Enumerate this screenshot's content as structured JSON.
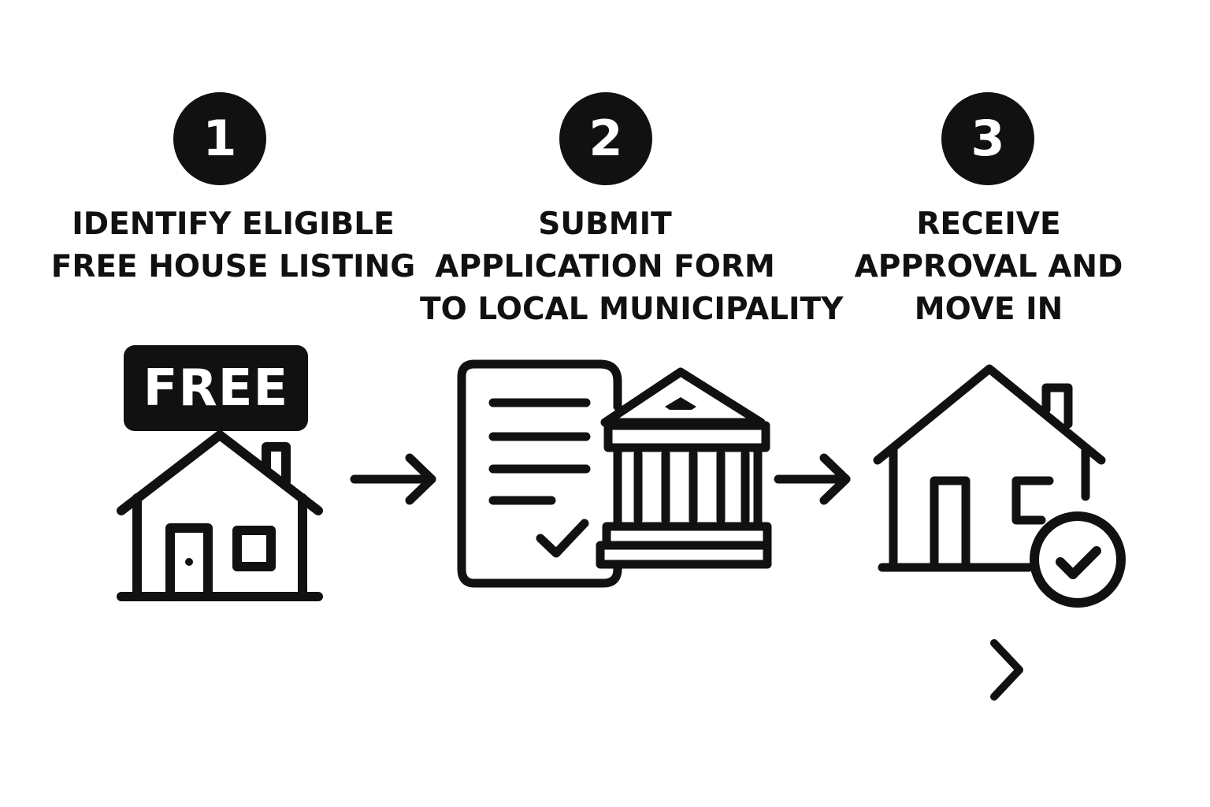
{
  "steps": [
    {
      "number": "1",
      "title_lines": [
        "IDENTIFY ELIGIBLE",
        "FREE HOUSE LISTING"
      ],
      "badge": "FREE",
      "icon": "house-icon"
    },
    {
      "number": "2",
      "title_lines": [
        "SUBMIT",
        "APPLICATION FORM",
        "TO LOCAL MUNICIPALITY"
      ],
      "icon": "document-and-government-building-icon"
    },
    {
      "number": "3",
      "title_lines": [
        "RECEIVE",
        "APPROVAL AND",
        "MOVE IN"
      ],
      "icon": "house-with-checkmark-icon"
    }
  ],
  "connectors": [
    "arrow-right-icon",
    "arrow-right-icon"
  ],
  "extra_icon": "chevron-right-icon",
  "colors": {
    "ink": "#111111",
    "background": "#ffffff"
  }
}
